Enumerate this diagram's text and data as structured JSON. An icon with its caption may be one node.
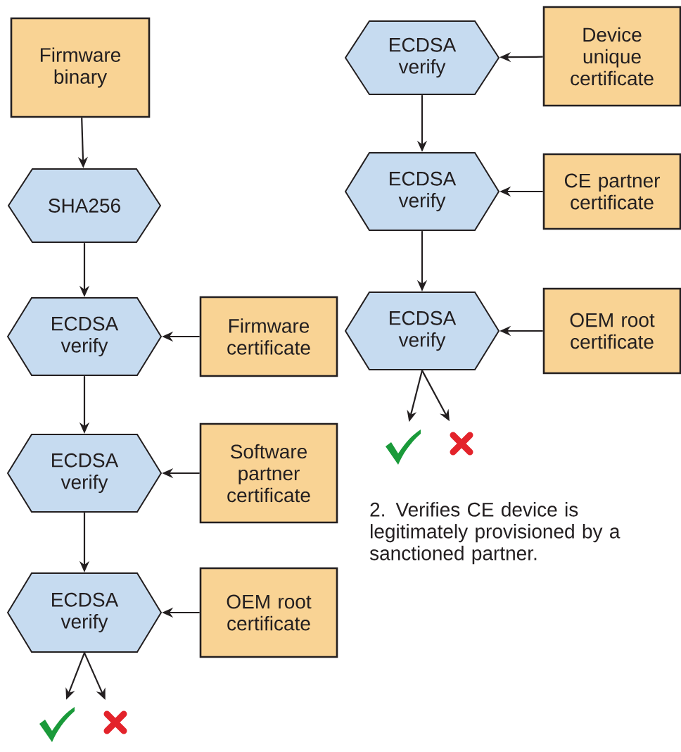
{
  "diagram": {
    "nodes": [
      {
        "text": [
          "Firmware binary"
        ]
      },
      {
        "text": [
          "SHA256"
        ]
      },
      {
        "text": [
          "ECDSA verify"
        ]
      },
      {
        "text": [
          "Firmware certificate"
        ]
      },
      {
        "text": [
          "ECDSA verify"
        ]
      },
      {
        "text": [
          "Software partner certificate"
        ]
      },
      {
        "text": [
          "ECDSA verify"
        ]
      },
      {
        "text": [
          "OEM root certificate"
        ]
      },
      {
        "text": [],
        "shape": "check"
      },
      {
        "text": [],
        "shape": "cross"
      },
      {
        "text": [
          "ECDSA verify"
        ]
      },
      {
        "text": [
          "Device unique certificate"
        ]
      },
      {
        "text": [
          "ECDSA verify"
        ]
      },
      {
        "text": [
          "CE partner certificate"
        ]
      },
      {
        "text": [
          "ECDSA verify"
        ]
      },
      {
        "text": [
          "OEM root certificate"
        ]
      },
      {
        "text": [],
        "shape": "check"
      },
      {
        "text": [],
        "shape": "cross"
      }
    ],
    "edges": [
      {
        "from": 0,
        "to": 1,
        "arrow": "to"
      },
      {
        "from": 1,
        "to": 2,
        "arrow": "to"
      },
      {
        "from": 3,
        "to": 2,
        "arrow": "to"
      },
      {
        "from": 2,
        "to": 4,
        "arrow": "to"
      },
      {
        "from": 5,
        "to": 4,
        "arrow": "to"
      },
      {
        "from": 4,
        "to": 6,
        "arrow": "to"
      },
      {
        "from": 7,
        "to": 6,
        "arrow": "to"
      },
      {
        "from": 6,
        "to": 8,
        "arrow": "to"
      },
      {
        "from": 6,
        "to": 9,
        "arrow": "to"
      },
      {
        "from": 11,
        "to": 10,
        "arrow": "to"
      },
      {
        "from": 10,
        "to": 12,
        "arrow": "to"
      },
      {
        "from": 13,
        "to": 12,
        "arrow": "to"
      },
      {
        "from": 12,
        "to": 14,
        "arrow": "to"
      },
      {
        "from": 15,
        "to": 14,
        "arrow": "to"
      },
      {
        "from": 14,
        "to": 16,
        "arrow": "to"
      },
      {
        "from": 14,
        "to": 17,
        "arrow": "to"
      }
    ],
    "labels": [
      "2. Verifies CE device is legitimately provisioned by a sanctioned partner."
    ]
  }
}
